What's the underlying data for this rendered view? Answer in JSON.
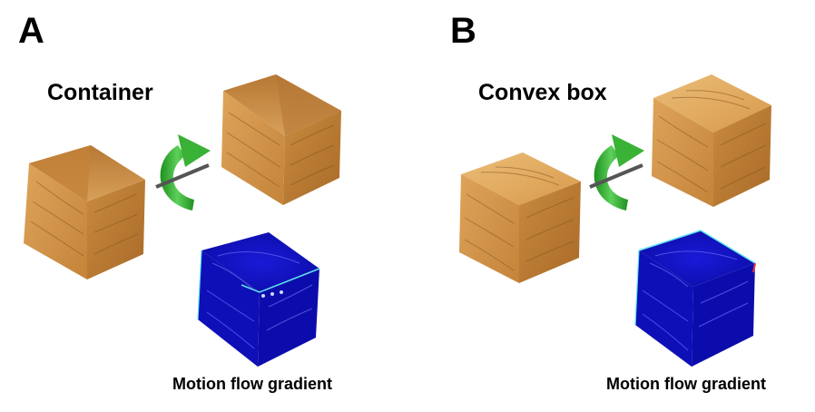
{
  "panels": [
    {
      "letter": "A",
      "title": "Container",
      "caption": "Motion flow gradient"
    },
    {
      "letter": "B",
      "title": "Convex box",
      "caption": "Motion flow gradient"
    }
  ],
  "colors": {
    "wood_light": "#dea45a",
    "wood_mid": "#c98b3e",
    "wood_dark": "#a86a28",
    "arrow_green": "#2fa52a",
    "axis_gray": "#555555",
    "flow_blue": "#1212c8",
    "flow_cyan": "#5fe3f0"
  },
  "icons": [
    "rotation-arrow-icon"
  ]
}
